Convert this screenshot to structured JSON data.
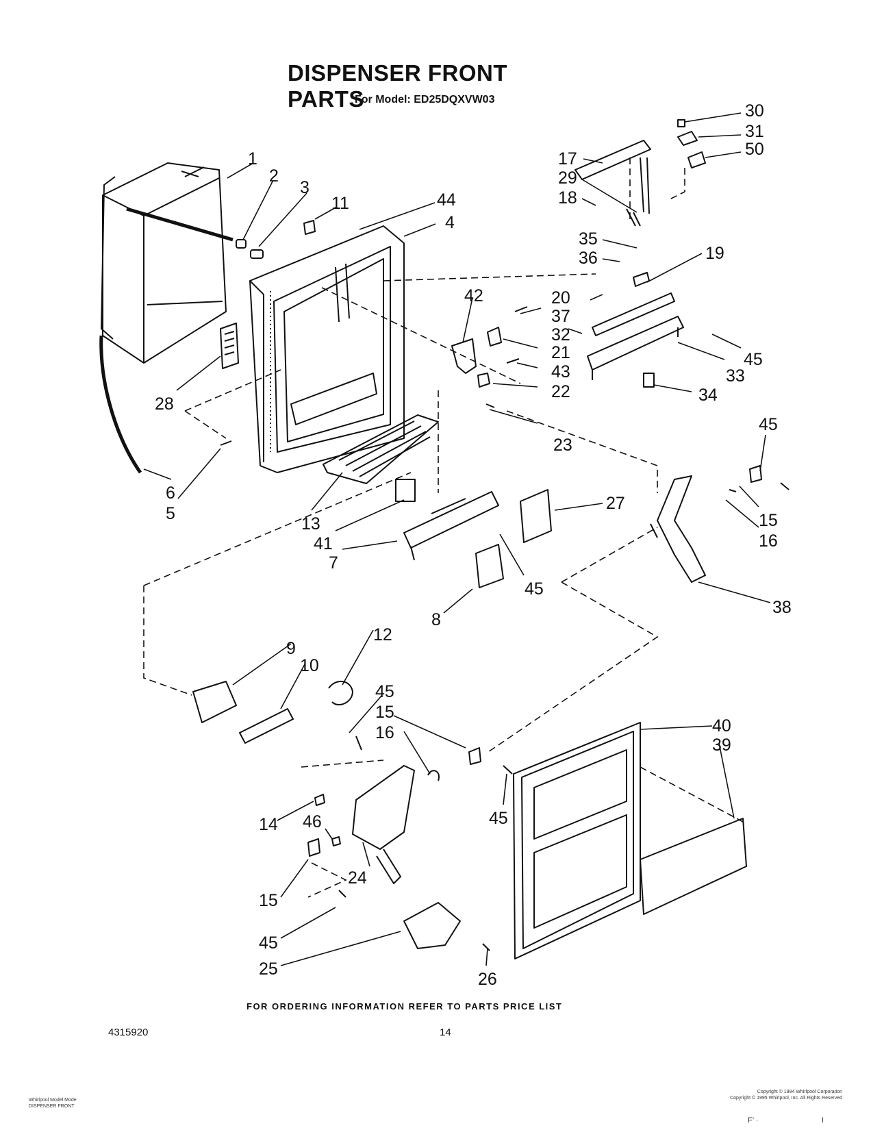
{
  "title": "DISPENSER FRONT PARTS",
  "subtitle": "For Model: ED25DQXVW03",
  "footer_note": "FOR ORDERING INFORMATION REFER TO PARTS PRICE LIST",
  "document_number": "4315920",
  "page_number": "14",
  "bottom_left_caption": [
    "Whirlpool Model Mode",
    "DISPENSER FRONT"
  ],
  "copyright": [
    "Copyright © 1994 Whirlpool Corporation",
    "Copyright © 1995 Whirlpool, Inc. All Rights Reserved"
  ],
  "bottom_right_marks": [
    "F’ ·",
    "I"
  ],
  "callouts": {
    "c1": "1",
    "c2": "2",
    "c3": "3",
    "c11": "11",
    "c44": "44",
    "c4": "4",
    "c30": "30",
    "c31": "31",
    "c50": "50",
    "c17": "17",
    "c29": "29",
    "c18": "18",
    "c35": "35",
    "c36": "36",
    "c19": "19",
    "c20": "20",
    "c37": "37",
    "c42": "42",
    "c32": "32",
    "c21": "21",
    "c45a": "45",
    "c43": "43",
    "c33": "33",
    "c22": "22",
    "c34": "34",
    "c28": "28",
    "c23": "23",
    "c45b": "45",
    "c6": "6",
    "c5": "5",
    "c15a": "15",
    "c16a": "16",
    "c27": "27",
    "c13": "13",
    "c41": "41",
    "c7": "7",
    "c45c": "45",
    "c38": "38",
    "c8": "8",
    "c12": "12",
    "c9": "9",
    "c10": "10",
    "c45d": "45",
    "c15b": "15",
    "c40": "40",
    "c39": "39",
    "c16b": "16",
    "c14": "14",
    "c46": "46",
    "c45e": "45",
    "c24": "24",
    "c15c": "15",
    "c45f": "45",
    "c25": "25",
    "c26": "26"
  }
}
